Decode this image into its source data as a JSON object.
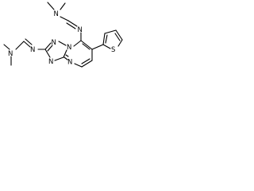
{
  "image_type": "chemical structure diagram",
  "atoms": {
    "n_top_dimethyl": "N",
    "n_top_imine": "N",
    "n_left_dimethyl": "N",
    "n_left_imine": "N",
    "n_triazole_top": "N",
    "n_bridge": "N",
    "n_triazole_bottom": "N",
    "n_pyrimidine": "N",
    "s_thiophene": "S"
  }
}
